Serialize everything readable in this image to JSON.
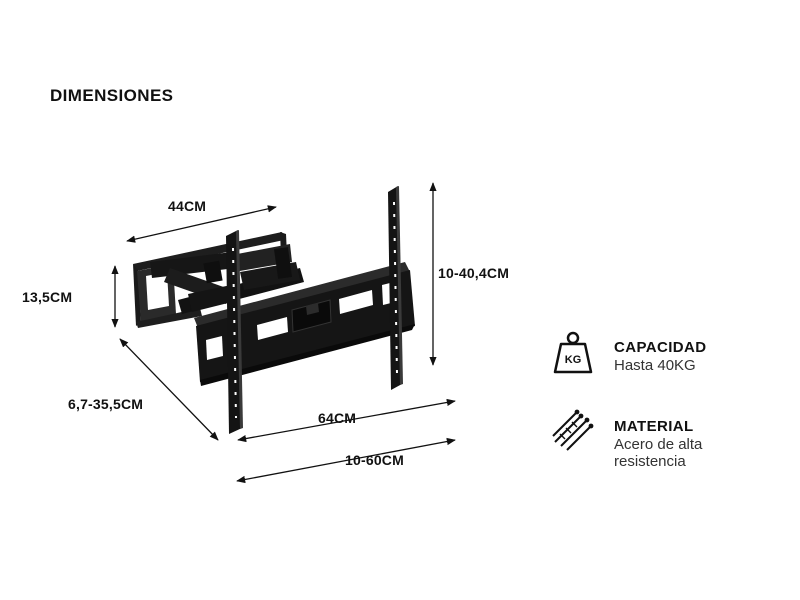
{
  "title": "DIMENSIONES",
  "dimensions": {
    "arm_length": "44CM",
    "arm_height": "13,5CM",
    "extension": "6,7-35,5CM",
    "rail_width": "64CM",
    "vesa_width": "10-60CM",
    "vesa_height": "10-40,4CM"
  },
  "specs": {
    "capacity": {
      "title": "CAPACIDAD",
      "value": "Hasta 40KG",
      "icon": "weight-kg-icon",
      "icon_text": "KG"
    },
    "material": {
      "title": "MATERIAL",
      "value": "Acero de alta resistencia",
      "icon": "steel-bars-icon"
    }
  }
}
